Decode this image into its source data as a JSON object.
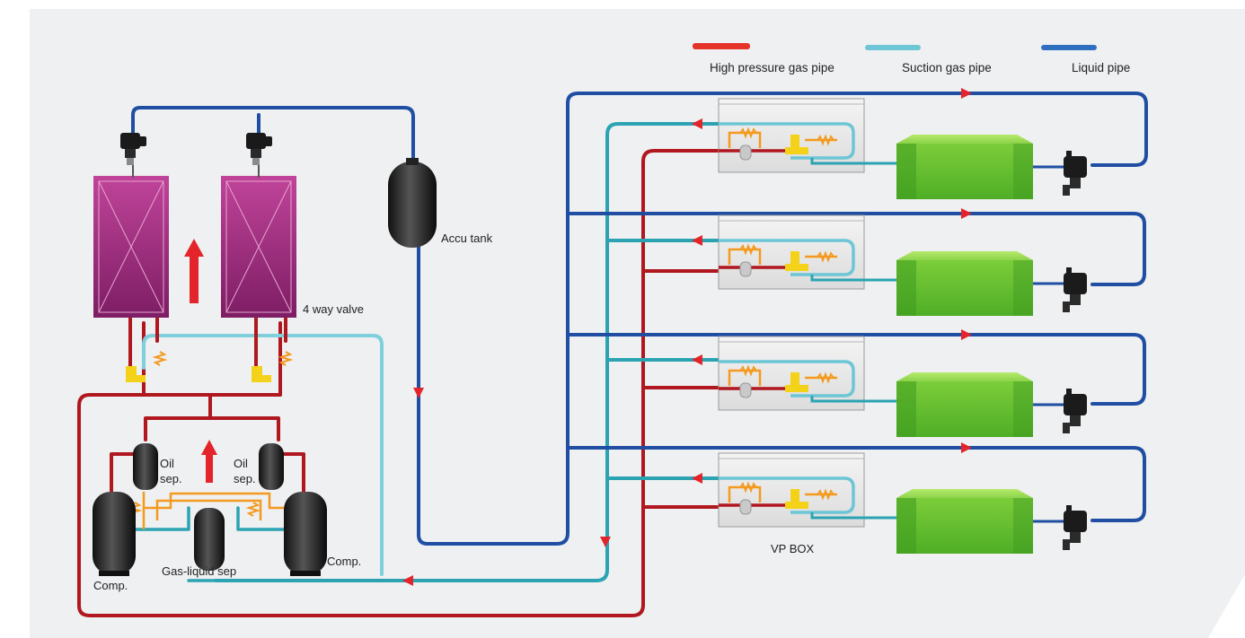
{
  "legend": {
    "high_pressure": {
      "label": "High pressure gas pipe",
      "color": "#e5332a"
    },
    "suction": {
      "label": "Suction gas pipe",
      "color": "#6cc6d6"
    },
    "liquid": {
      "label": "Liquid pipe",
      "color": "#2f6fc0"
    }
  },
  "labels": {
    "accu_tank": "Accu tank",
    "four_way_valve": "4 way valve",
    "oil_sep_left_1": "Oil",
    "oil_sep_left_2": "sep.",
    "oil_sep_right_1": "Oil",
    "oil_sep_right_2": "sep.",
    "comp_left": "Comp.",
    "comp_right": "Comp.",
    "gas_liquid_sep": "Gas-liquid sep",
    "vp_box": "VP BOX"
  },
  "colors": {
    "background_panel": "#eef0f1",
    "liquid_pipe": "#1f4ea3",
    "suction_pipe": "#2ba3b3",
    "high_pressure_pipe": "#b0171f",
    "coil": "#a4227a",
    "indoor_unit": "#7ecf3a",
    "arrow": "#e3242b",
    "capillary": "#f39a1f",
    "tee": "#f4d21a"
  }
}
